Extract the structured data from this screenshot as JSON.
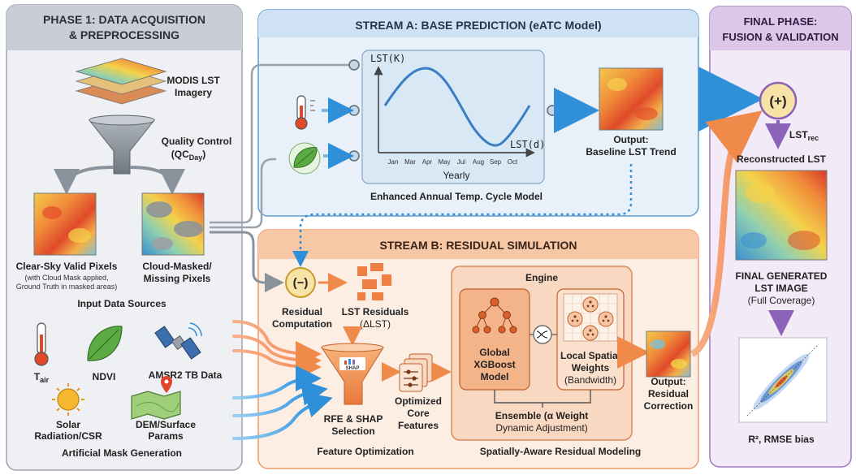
{
  "phase1": {
    "title_line1": "PHASE 1: DATA ACQUISITION",
    "title_line2": "& PREPROCESSING",
    "modis_line1": "MODIS LST",
    "modis_line2": "Imagery",
    "qc_line1": "Quality Control",
    "qc_line2": "(QC",
    "qc_sub": "Day",
    "qc_close": ")",
    "clear_line1": "Clear-Sky Valid Pixels",
    "clear_note1": "(with Cloud Mask applied,",
    "clear_note2": "Ground Truth in masked areas)",
    "cloud_line1": "Cloud-Masked/",
    "cloud_line2": "Missing Pixels",
    "inputs_title": "Input Data Sources",
    "tair_main": "T",
    "tair_sub": "air",
    "ndvi": "NDVI",
    "amsr2": "AMSR2 TB Data",
    "solar_line1": "Solar",
    "solar_line2": "Radiation/CSR",
    "dem_line1": "DEM/Surface",
    "dem_line2": "Params",
    "mask_gen": "Artificial Mask Generation"
  },
  "streamA": {
    "title": "STREAM A: BASE PREDICTION (eATC Model)",
    "y_label": "LST(K)",
    "curve_label": "LST(d)",
    "months": [
      "Jan",
      "Mar",
      "Apr",
      "May",
      "Jul",
      "Aug",
      "Sep",
      "Oct"
    ],
    "x_label": "Yearly",
    "caption": "Enhanced Annual Temp. Cycle Model",
    "output_line1": "Output:",
    "output_line2": "Baseline LST Trend"
  },
  "streamB": {
    "title": "STREAM B: RESIDUAL SIMULATION",
    "minus_symbol": "(−)",
    "residual_comp_line1": "Residual",
    "residual_comp_line2": "Computation",
    "residuals_line1": "LST Residuals",
    "residuals_line2": "(ΔLST)",
    "shap_label": "SHAP",
    "rfe_line1": "RFE & SHAP",
    "rfe_line2": "Selection",
    "opt_line1": "Optimized",
    "opt_line2": "Core",
    "opt_line3": "Features",
    "feature_opt": "Feature Optimization",
    "engine": "Engine",
    "global_line1": "Global",
    "global_line2": "XGBoost",
    "global_line3": "Model",
    "local_line1": "Local Spatial",
    "local_line2": "Weights",
    "local_line3": "(Bandwidth)",
    "ensemble_line1": "Ensemble (α Weight",
    "ensemble_line2": "Dynamic Adjustment)",
    "spatial_caption": "Spatially-Aware Residual Modeling",
    "output_line1": "Output:",
    "output_line2": "Residual",
    "output_line3": "Correction"
  },
  "final": {
    "title_line1": "FINAL PHASE:",
    "title_line2": "FUSION & VALIDATION",
    "plus_symbol": "(+)",
    "lst_main": "LST",
    "lst_sub": "rec",
    "reconstructed": "Reconstructed LST",
    "gen_line1": "FINAL GENERATED",
    "gen_line2": "LST IMAGE",
    "gen_line3": "(Full Coverage)",
    "metrics": "R², RMSE bias"
  },
  "colors": {
    "phase1_bg": "#eef0f3",
    "phase1_header": "#c9ced6",
    "streamA_bg": "#e8f1fa",
    "streamA_header": "#cfe2f4",
    "streamB_bg": "#fdeee4",
    "streamB_header": "#f7c7a6",
    "final_bg": "#f3eaf7",
    "final_header": "#ddc6ea",
    "accent_orange": "#f08a4b",
    "accent_blue": "#2f8fd8",
    "accent_purple": "#8a62b8"
  }
}
